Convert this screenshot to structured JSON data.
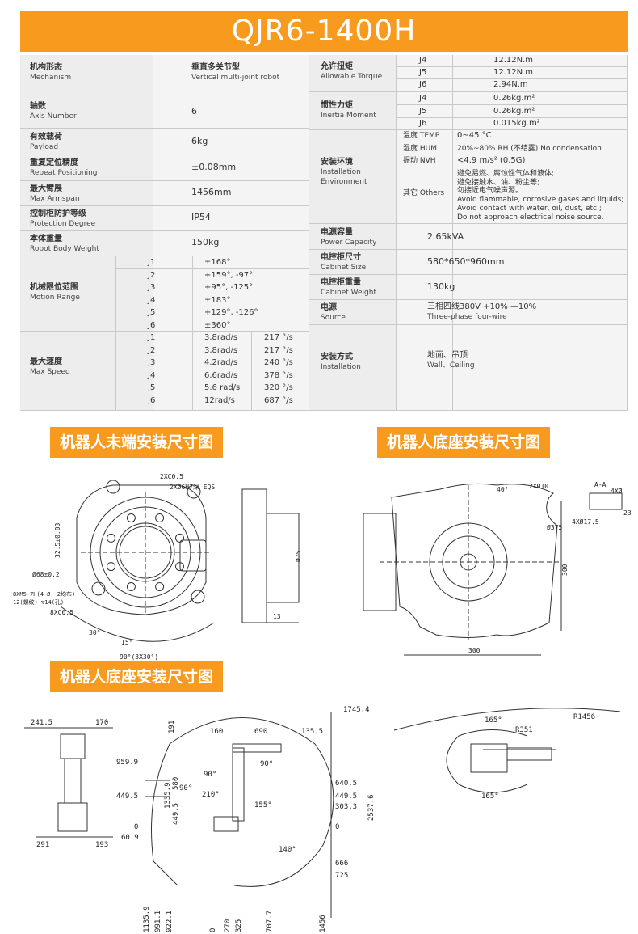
{
  "title": "QJR6-1400H",
  "left_rows": [
    {
      "cn": "机构形态",
      "en": "Mechanism",
      "val_cn": "垂直多关节型",
      "val_en": "Vertical multi-joint robot"
    },
    {
      "cn": "轴数",
      "en": "Axis Number",
      "val": "6"
    },
    {
      "cn": "有效载荷",
      "en": "Payload",
      "val": "6kg"
    },
    {
      "cn": "重复定位精度",
      "en": "Repeat Positioning",
      "val": "±0.08mm"
    },
    {
      "cn": "最大臂展",
      "en": "Max Armspan",
      "val": "1456mm"
    },
    {
      "cn": "控制柜防护等级",
      "en": "Protection Degree",
      "val": "IP54"
    },
    {
      "cn": "本体重量",
      "en": "Robot Body Weight",
      "val": "150kg"
    }
  ],
  "motion_range": {
    "cn": "机械限位范围",
    "en": "Motion Range",
    "rows": [
      [
        "J1",
        "±168°"
      ],
      [
        "J2",
        "+159°, -97°"
      ],
      [
        "J3",
        "+95°, -125°"
      ],
      [
        "J4",
        "±183°"
      ],
      [
        "J5",
        "+129°, -126°"
      ],
      [
        "J6",
        "±360°"
      ]
    ]
  },
  "max_speed": {
    "cn": "最大速度",
    "en": "Max Speed",
    "rows": [
      [
        "J1",
        "3.8rad/s",
        "217 °/s"
      ],
      [
        "J2",
        "3.8rad/s",
        "217 °/s"
      ],
      [
        "J3",
        "4.2rad/s",
        "240 °/s"
      ],
      [
        "J4",
        "6.6rad/s",
        "378 °/s"
      ],
      [
        "J5",
        "5.6 rad/s",
        "320 °/s"
      ],
      [
        "J6",
        "12rad/s",
        "687 °/s"
      ]
    ]
  },
  "torque": {
    "cn": "允许扭矩",
    "en": "Allowable Torque",
    "rows": [
      [
        "J4",
        "12.12N.m"
      ],
      [
        "J5",
        "12.12N.m"
      ],
      [
        "J6",
        "2.94N.m"
      ]
    ]
  },
  "inertia": {
    "cn": "惯性力矩",
    "en": "Inertia Moment",
    "rows": [
      [
        "J4",
        "0.26kg.m²"
      ],
      [
        "J5",
        "0.26kg.m²"
      ],
      [
        "J6",
        "0.015kg.m²"
      ]
    ]
  },
  "environment": {
    "cn": "安装环境",
    "en1": "Installation",
    "en2": "Environment",
    "temp_label": "温度 TEMP",
    "temp": "0~45 °C",
    "hum_label": "湿度 HUM",
    "hum": "20%~80% RH (不结露) No condensation",
    "vib_label": "振动 NVH",
    "vib": "<4.9 m/s² (0.5G)",
    "other_label": "其它 Others",
    "other_lines": [
      "避免易燃、腐蚀性气体和液体;",
      "避免接触水、油、粉尘等;",
      "勿接近电气噪声源。",
      "Avoid flammable, corrosive gases and liquids;",
      "Avoid contact with water, oil, dust, etc.;",
      "Do not approach electrical noise source."
    ]
  },
  "right_rows": [
    {
      "cn": "电源容量",
      "en": "Power Capacity",
      "val": "2.65kVA"
    },
    {
      "cn": "电控柜尺寸",
      "en": "Cabinet Size",
      "val": "580*650*960mm"
    },
    {
      "cn": "电控柜重量",
      "en": "Cabinet Weight",
      "val": "130kg"
    },
    {
      "cn": "电源",
      "en": "Source",
      "val": "三相四线380V +10% —10%",
      "val2": "Three-phase four-wire"
    },
    {
      "cn": "安装方式",
      "en": "Installation",
      "val": "地面、吊顶",
      "val2": "Wall、Ceiling"
    }
  ],
  "section_titles": {
    "flange": "机器人末端安装尺寸图",
    "base": "机器人底座安装尺寸图",
    "range": "机器人底座安装尺寸图"
  },
  "flange_dims": {
    "a": "2XC0.5",
    "b": "2XØ6H7深 EQS",
    "c": "32.5±0.03",
    "d": "Ø68±0.2",
    "e": "8XM5-7H(4-Ø, 2均布)",
    "f": "12(螺纹) ▽14(孔)",
    "g": "8XC0.5",
    "h": "30°",
    "i": "15°",
    "j": "90°(3X30°)",
    "k": "Ø75",
    "l": "13"
  },
  "base_dims": {
    "a": "40°",
    "b": "2XØ10",
    "c": "Ø375",
    "d": "300",
    "e": "300",
    "f": "A-A",
    "g": "4XØ",
    "h": "4XØ17.5",
    "i": "23"
  },
  "side_dims": {
    "top1": "241.5",
    "top2": "170",
    "bot1": "291",
    "bot2": "193"
  },
  "range_dims": {
    "h1": "1745.4",
    "h2": "160",
    "h3": "690",
    "h4": "135.5",
    "v1": "959.9",
    "v2": "449.5",
    "v3": "0",
    "v4": "60.9",
    "r1": "640.5",
    "r2": "449.5",
    "r3": "303.3",
    "r4": "0",
    "r5": "2537.6",
    "r6": "666",
    "r7": "725",
    "m1": "191",
    "m2": "1335.9",
    "m3": "580",
    "m4": "449.5",
    "a1": "90°",
    "a2": "90°",
    "a3": "90°",
    "a4": "210°",
    "a5": "155°",
    "a6": "140°",
    "b1": "1135.9",
    "b2": "991.1",
    "b3": "922.1",
    "b4": "0",
    "b5": "270",
    "b6": "325",
    "b7": "707.7",
    "b8": "1456"
  },
  "top_dims": {
    "a": "165°",
    "b": "R351",
    "c": "R1456",
    "d": "165°"
  }
}
